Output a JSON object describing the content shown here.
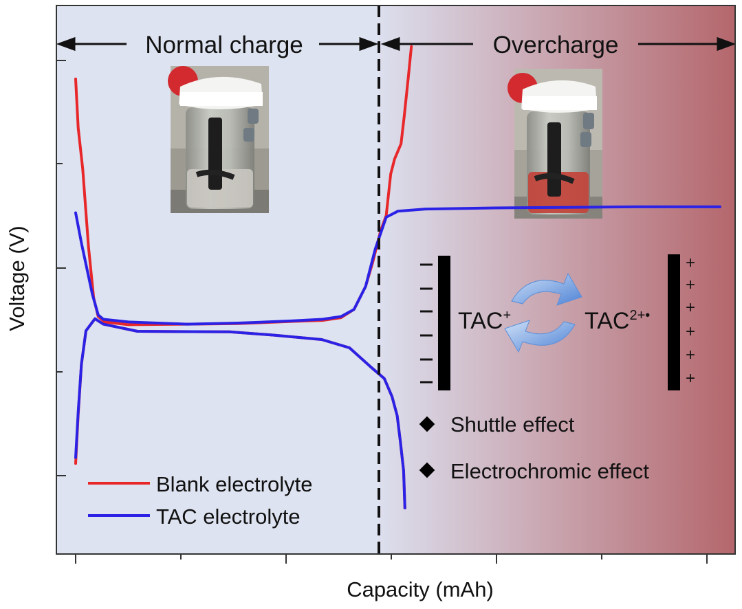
{
  "chart_data": {
    "type": "line",
    "xlabel": "Capacity (mAh)",
    "ylabel": "Voltage (V)",
    "xlim": [
      0,
      1
    ],
    "ylim": [
      0,
      1
    ],
    "grid": false,
    "legend_position": "bottom-left",
    "regions": [
      {
        "label": "Normal charge",
        "from": 0,
        "to": 0.479
      },
      {
        "label": "Overcharge",
        "from": 0.479,
        "to": 1
      }
    ],
    "series": [
      {
        "name": "Blank electrolyte",
        "color": "#e8272a",
        "segments": [
          [
            [
              0.0,
              0.866
            ],
            [
              0.004,
              0.777
            ],
            [
              0.011,
              0.702
            ],
            [
              0.02,
              0.56
            ],
            [
              0.028,
              0.467
            ],
            [
              0.035,
              0.433
            ],
            [
              0.045,
              0.423
            ],
            [
              0.082,
              0.418
            ],
            [
              0.173,
              0.419
            ],
            [
              0.252,
              0.42
            ],
            [
              0.335,
              0.424
            ],
            [
              0.383,
              0.426
            ],
            [
              0.412,
              0.431
            ],
            [
              0.432,
              0.446
            ],
            [
              0.45,
              0.488
            ],
            [
              0.461,
              0.532
            ],
            [
              0.473,
              0.588
            ],
            [
              0.482,
              0.617
            ],
            [
              0.489,
              0.693
            ],
            [
              0.495,
              0.72
            ],
            [
              0.505,
              0.748
            ],
            [
              0.51,
              0.799
            ],
            [
              0.516,
              0.866
            ],
            [
              0.521,
              0.925
            ]
          ],
          [
            [
              0.0,
              0.165
            ],
            [
              0.004,
              0.254
            ],
            [
              0.009,
              0.346
            ],
            [
              0.016,
              0.407
            ],
            [
              0.03,
              0.429
            ],
            [
              0.043,
              0.419
            ],
            [
              0.096,
              0.406
            ],
            [
              0.239,
              0.405
            ],
            [
              0.308,
              0.399
            ],
            [
              0.382,
              0.391
            ],
            [
              0.425,
              0.376
            ],
            [
              0.459,
              0.34
            ],
            [
              0.479,
              0.32
            ],
            [
              0.491,
              0.287
            ],
            [
              0.499,
              0.252
            ],
            [
              0.504,
              0.205
            ],
            [
              0.509,
              0.152
            ],
            [
              0.511,
              0.084
            ]
          ]
        ]
      },
      {
        "name": "TAC electrolyte",
        "color": "#2b22e6",
        "segments": [
          [
            [
              0.0,
              0.622
            ],
            [
              0.009,
              0.567
            ],
            [
              0.018,
              0.517
            ],
            [
              0.026,
              0.473
            ],
            [
              0.035,
              0.436
            ],
            [
              0.043,
              0.428
            ],
            [
              0.082,
              0.423
            ],
            [
              0.173,
              0.419
            ],
            [
              0.252,
              0.421
            ],
            [
              0.335,
              0.425
            ],
            [
              0.383,
              0.428
            ],
            [
              0.412,
              0.433
            ],
            [
              0.432,
              0.446
            ],
            [
              0.45,
              0.488
            ],
            [
              0.465,
              0.556
            ],
            [
              0.482,
              0.614
            ],
            [
              0.5,
              0.625
            ],
            [
              0.543,
              0.629
            ],
            [
              0.651,
              0.631
            ],
            [
              0.759,
              0.632
            ],
            [
              0.868,
              0.633
            ],
            [
              0.976,
              0.633
            ],
            [
              1.0,
              0.633
            ]
          ],
          [
            [
              0.0,
              0.176
            ],
            [
              0.004,
              0.259
            ],
            [
              0.009,
              0.346
            ],
            [
              0.016,
              0.407
            ],
            [
              0.03,
              0.429
            ],
            [
              0.043,
              0.419
            ],
            [
              0.096,
              0.406
            ],
            [
              0.239,
              0.405
            ],
            [
              0.308,
              0.399
            ],
            [
              0.382,
              0.391
            ],
            [
              0.425,
              0.376
            ],
            [
              0.459,
              0.34
            ],
            [
              0.479,
              0.32
            ],
            [
              0.491,
              0.287
            ],
            [
              0.499,
              0.252
            ],
            [
              0.504,
              0.205
            ],
            [
              0.509,
              0.152
            ],
            [
              0.511,
              0.084
            ]
          ]
        ]
      }
    ],
    "annotations": {
      "tac_plus": "TAC",
      "tac_plus_sup": "+",
      "tac_2plus": "TAC",
      "tac_2plus_sup": "2+•",
      "bullets": [
        "Shuttle effect",
        "Electrochromic effect"
      ]
    },
    "photos": [
      {
        "name": "vial-photo-normal",
        "liquid_color": "#c9c7c0"
      },
      {
        "name": "vial-photo-overcharge",
        "liquid_color": "#c2473d"
      }
    ],
    "colors": {
      "normal_bg": "#dde3f0",
      "over_bg_start": "#dcdfee",
      "over_bg_end": "#b4676c"
    }
  }
}
